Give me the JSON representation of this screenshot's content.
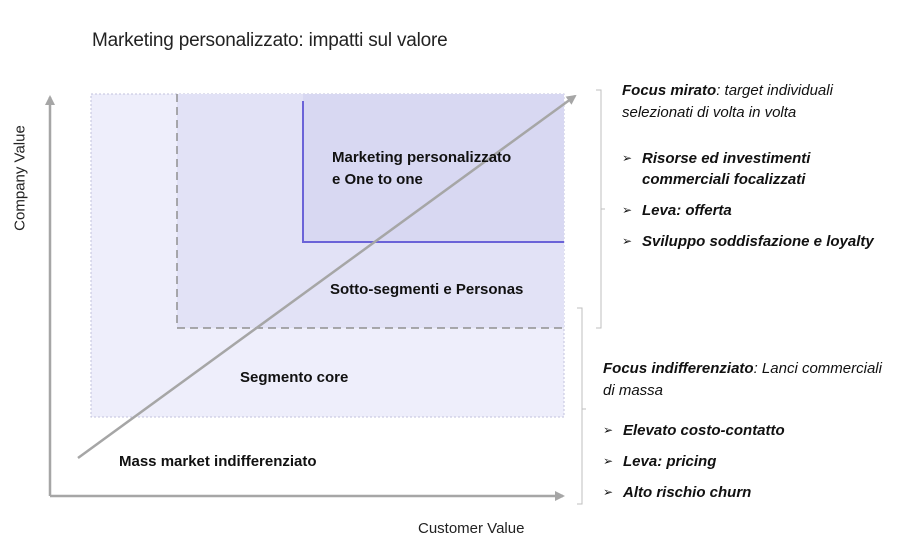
{
  "title": "Marketing personalizzato: impatti sul valore",
  "axes": {
    "y_label": "Company Value",
    "x_label": "Customer Value"
  },
  "regions": {
    "personalizzato": "Marketing personalizzato\ne One to one",
    "sotto_segmenti": "Sotto-segmenti e Personas",
    "segmento_core": "Segmento core",
    "mass_market": "Mass market indifferenziato"
  },
  "panel_top": {
    "heading_bold": "Focus mirato",
    "heading_rest": ": target individuali selezionati di volta in volta",
    "bullets": [
      "Risorse ed investimenti commerciali focalizzati",
      "Leva: offerta",
      "Sviluppo soddisfazione e loyalty"
    ]
  },
  "panel_bottom": {
    "heading_bold": "Focus indifferenziato",
    "heading_rest": ": Lanci commerciali di massa",
    "bullets": [
      "Elevato costo-contatto",
      "Leva: pricing",
      "Alto rischio churn"
    ]
  },
  "bullet_glyph": "➢",
  "colors": {
    "outer_fill": "#eeeefb",
    "middle_fill": "#e2e2f6",
    "inner_fill": "#d8d8f2",
    "inner_border": "#6b63d8",
    "axis": "#a6a6a6"
  }
}
